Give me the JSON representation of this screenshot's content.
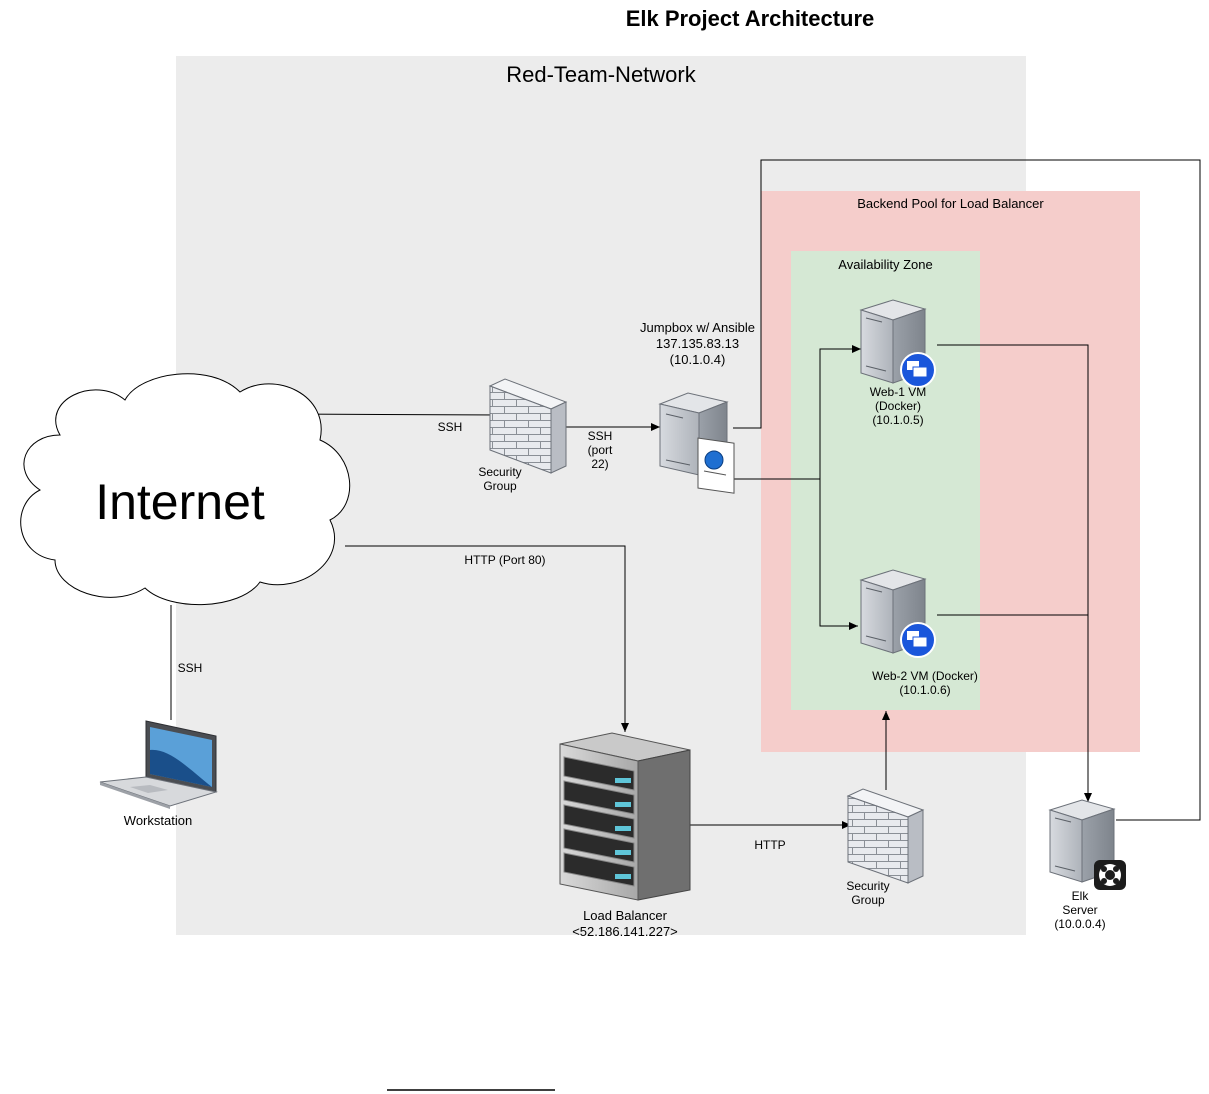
{
  "title": "Elk Project Architecture",
  "regions": {
    "red_team_network": "Red-Team-Network",
    "backend_pool": "Backend Pool for Load Balancer",
    "availability_zone": "Availability Zone"
  },
  "nodes": {
    "internet": "Internet",
    "workstation": "Workstation",
    "security_group_top": [
      "Security",
      "Group"
    ],
    "jumpbox": [
      "Jumpbox w/ Ansible",
      "137.135.83.13",
      "(10.1.0.4)"
    ],
    "web1": [
      "Web-1 VM",
      "(Docker)",
      "(10.1.0.5)"
    ],
    "web2": [
      "Web-2 VM (Docker)",
      "(10.1.0.6)"
    ],
    "load_balancer": [
      "Load Balancer",
      "<52.186.141.227>"
    ],
    "security_group_bottom": [
      "Security",
      "Group"
    ],
    "elk": [
      "Elk",
      "Server",
      "(10.0.0.4)"
    ]
  },
  "edges": {
    "internet_to_sg": "SSH",
    "sg_to_jumpbox": [
      "SSH",
      "(port",
      "22)"
    ],
    "internet_to_lb": "HTTP (Port 80)",
    "workstation_to_internet": "SSH",
    "lb_to_sg": "HTTP"
  },
  "colors": {
    "red_team_bg": "#ececec",
    "pool_bg": "#f5cdcb",
    "zone_bg": "#d5e8d4",
    "badge_blue": "#1a56db"
  }
}
